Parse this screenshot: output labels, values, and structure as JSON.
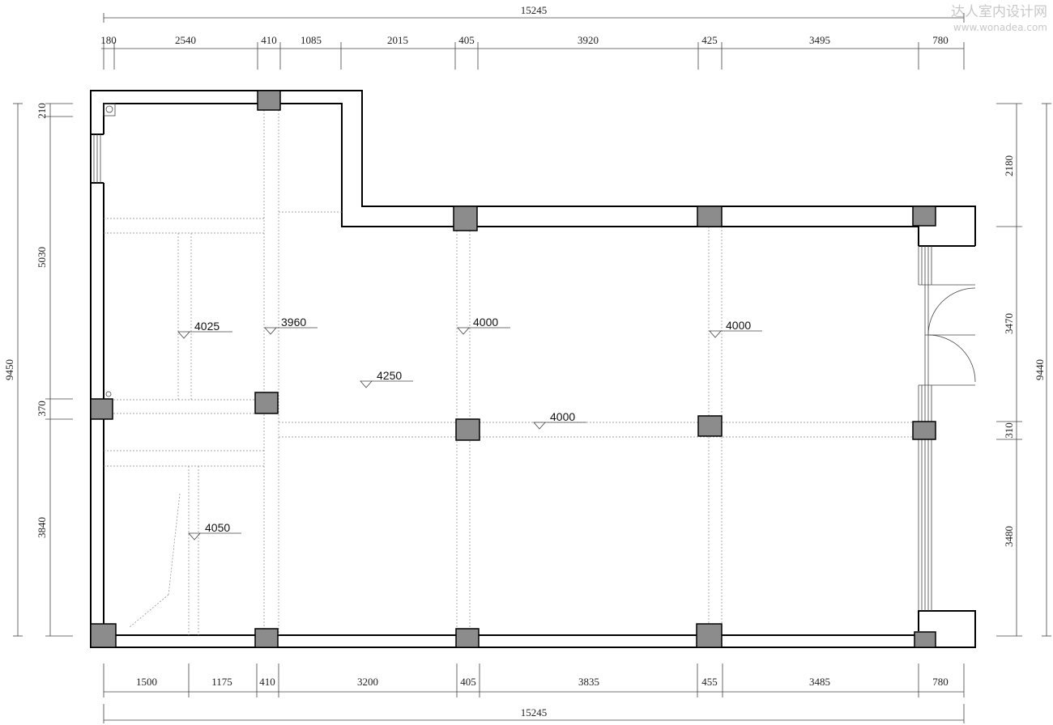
{
  "watermark": {
    "brand": "达人室内设计网",
    "url": "www.wonadea.com"
  },
  "dimensions": {
    "top_total": "15245",
    "top_segments": [
      "180",
      "2540",
      "410",
      "1085",
      "2015",
      "405",
      "3920",
      "425",
      "3495",
      "780"
    ],
    "bottom_total": "15245",
    "bottom_segments": [
      "1500",
      "1175",
      "410",
      "3200",
      "405",
      "3835",
      "455",
      "3485",
      "780"
    ],
    "left_total": "9450",
    "left_segments": [
      "210",
      "5030",
      "370",
      "3840"
    ],
    "right_total": "9440",
    "right_segments": [
      "2180",
      "3470",
      "310",
      "3480"
    ]
  },
  "levels": [
    "4025",
    "3960",
    "4000",
    "4000",
    "4250",
    "4000",
    "4050"
  ]
}
